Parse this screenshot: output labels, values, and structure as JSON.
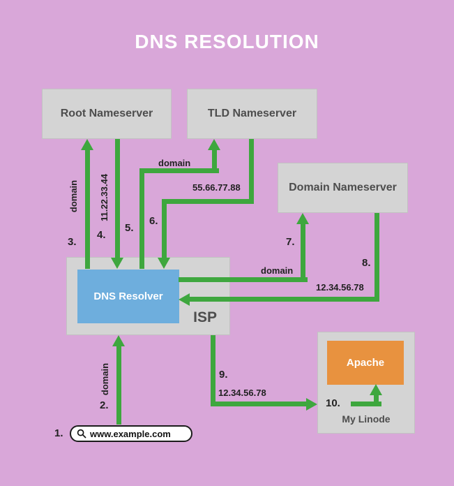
{
  "title": "DNS RESOLUTION",
  "colors": {
    "background": "#d9a7d9",
    "box_fill": "#d4d4d4",
    "box_border": "#c2c2c2",
    "resolver_fill": "#6eaedd",
    "apache_fill": "#e8923f",
    "arrow": "#3ea73e",
    "box_text": "#4d4d4d",
    "label_text": "#222222"
  },
  "nodes": {
    "root": {
      "label": "Root Nameserver"
    },
    "tld": {
      "label": "TLD Nameserver"
    },
    "domain_ns": {
      "label": "Domain Nameserver"
    },
    "isp": {
      "label": "ISP"
    },
    "resolver": {
      "label": "DNS Resolver"
    },
    "apache": {
      "label": "Apache"
    },
    "linode": {
      "label": "My Linode"
    }
  },
  "search_box": {
    "value": "www.example.com"
  },
  "edges": {
    "user_query": {
      "step": "1."
    },
    "browser_to_isp": {
      "step": "2.",
      "label": "domain"
    },
    "resolver_to_root": {
      "step": "3.",
      "label": "domain"
    },
    "root_to_resolver": {
      "step": "4.",
      "label": "11.22.33.44"
    },
    "resolver_to_tld": {
      "step": "5.",
      "label": "domain"
    },
    "tld_to_resolver": {
      "step": "6.",
      "label": "55.66.77.88"
    },
    "resolver_to_domain_ns": {
      "step": "7.",
      "label": "domain"
    },
    "domain_ns_to_resolver": {
      "step": "8.",
      "label": "12.34.56.78"
    },
    "isp_to_linode": {
      "step": "9.",
      "label": "12.34.56.78"
    },
    "linode_to_apache": {
      "step": "10."
    }
  }
}
